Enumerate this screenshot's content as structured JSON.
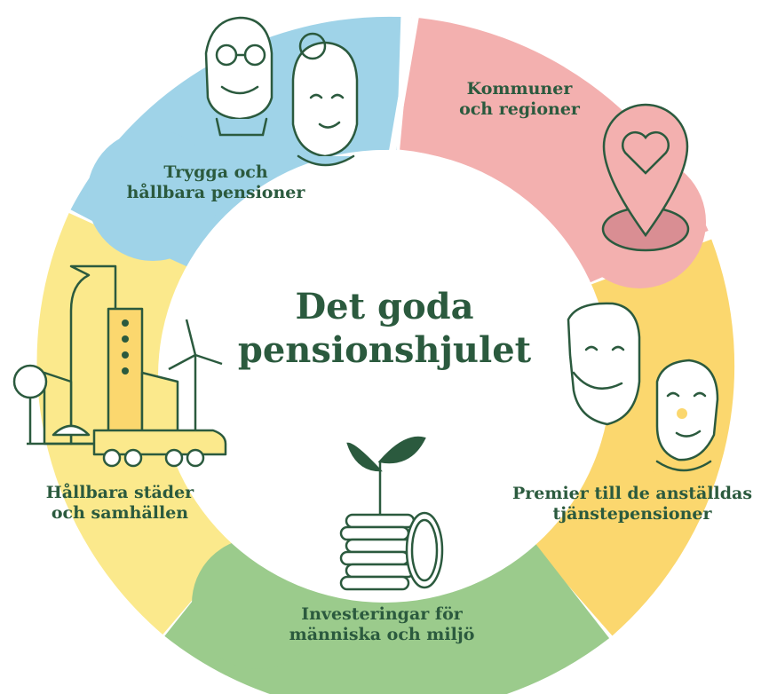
{
  "title": {
    "line1": "Det goda",
    "line2": "pensionshjulet"
  },
  "segments": [
    {
      "id": "pensions",
      "line1": "Trygga och",
      "line2": "hållbara pensioner",
      "color": "#9fd3e8"
    },
    {
      "id": "municipalities",
      "line1": "Kommuner",
      "line2": "och regioner",
      "color": "#f3b0af"
    },
    {
      "id": "premiums",
      "line1": "Premier till de anställdas",
      "line2": "tjänstepensioner",
      "color": "#fbd76e"
    },
    {
      "id": "investments",
      "line1": "Investeringar för",
      "line2": "människa och miljö",
      "color": "#9bcb8c"
    },
    {
      "id": "cities",
      "line1": "Hållbara städer",
      "line2": "och samhällen",
      "color": "#fbe98c"
    }
  ],
  "colors": {
    "ink": "#2b5a3e",
    "background": "#ffffff"
  },
  "icons": [
    "elderly-couple-icon",
    "location-heart-icon",
    "young-couple-icon",
    "coin-stack-sprout-icon",
    "city-train-icon"
  ]
}
